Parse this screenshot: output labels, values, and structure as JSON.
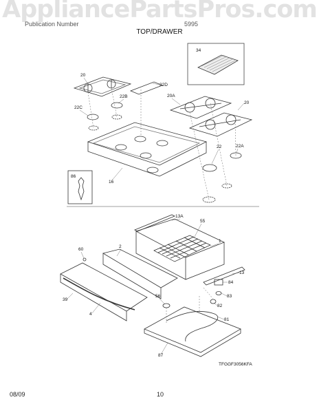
{
  "watermark": "AppliancePartsPros.com",
  "header": {
    "publication_left": "Publication Number",
    "publication_right": "5995",
    "section_title": "TOP/DRAWER"
  },
  "diagram_code": "TFGGF3056KFA",
  "callouts": {
    "n34": "34",
    "n20a": "20",
    "n22d": "22D",
    "n22b": "22B",
    "n20b": "20A",
    "n20c": "20",
    "n22c": "22C",
    "n22": "22",
    "n22a": "22A",
    "n86": "86",
    "n16": "16",
    "n13a": "13A",
    "n55": "55",
    "n1": "1",
    "n60": "60",
    "n2": "2",
    "n13": "13",
    "n84": "84",
    "n83": "83",
    "n39": "39",
    "n56": "56",
    "n82": "82",
    "n4": "4",
    "n81": "81",
    "n87": "87"
  },
  "footer": {
    "date": "08/09",
    "page": "10"
  }
}
